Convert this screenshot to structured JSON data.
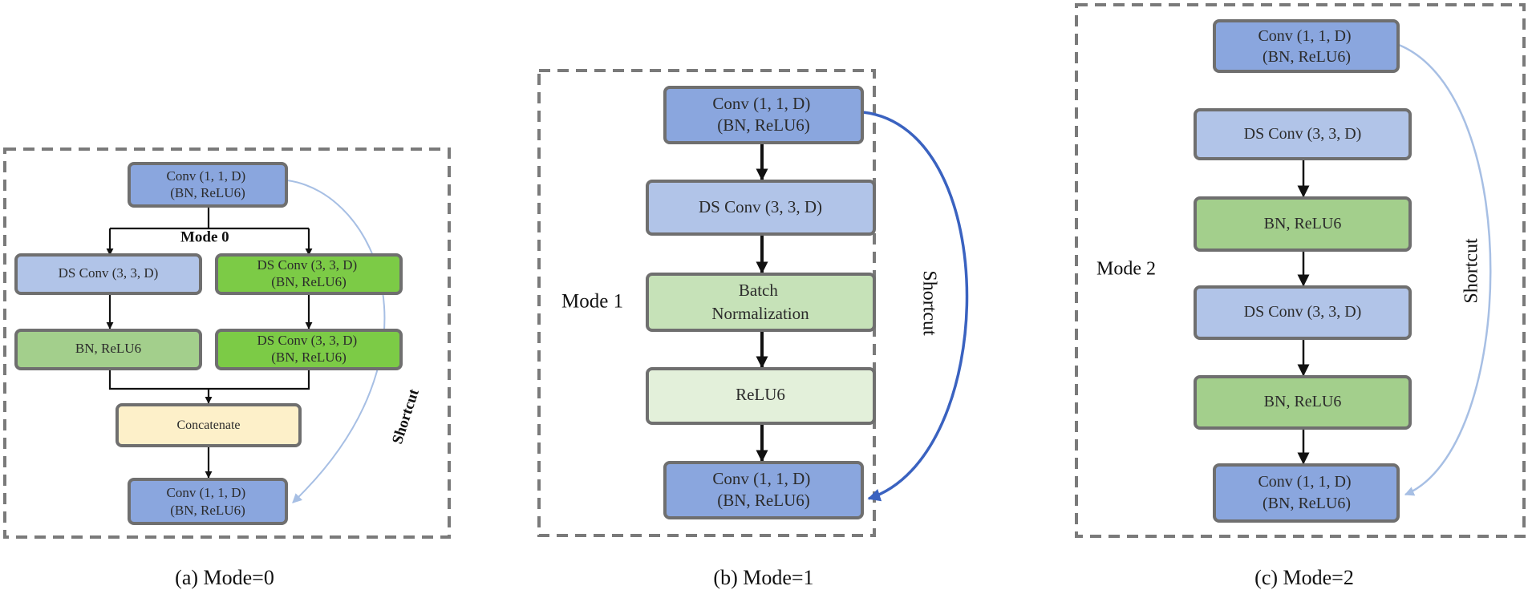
{
  "colors": {
    "conv": "#8aa6de",
    "ds_conv": "#b1c4e8",
    "bn_green": "#a3cf8c",
    "bright_green": "#7ccb46",
    "batch_norm": "#c6e2b8",
    "relu_light": "#e3f0da",
    "concat": "#fdf0c9",
    "box_border": "#6f6f6f",
    "frame_dash": "#7a7a7a",
    "shortcut_a": "#a7bfe4",
    "shortcut_b": "#3a62c0",
    "shortcut_c": "#a7bfe4"
  },
  "panels": [
    {
      "id": "a",
      "caption": "(a) Mode=0",
      "mode_label": "Mode 0",
      "shortcut_label": "Shortcut",
      "blocks": {
        "conv_top": [
          "Conv (1, 1, D)",
          "(BN, ReLU6)"
        ],
        "ds_conv_left": [
          "DS Conv (3, 3, D)"
        ],
        "ds_conv_bn_right_1": [
          "DS Conv (3, 3, D)",
          "(BN, ReLU6)"
        ],
        "bn_relu_left": [
          "BN, ReLU6"
        ],
        "ds_conv_bn_right_2": [
          "DS Conv (3, 3, D)",
          "(BN, ReLU6)"
        ],
        "concatenate": [
          "Concatenate"
        ],
        "conv_bottom": [
          "Conv (1, 1, D)",
          "(BN, ReLU6)"
        ]
      }
    },
    {
      "id": "b",
      "caption": "(b) Mode=1",
      "mode_label": "Mode 1",
      "shortcut_label": "Shortcut",
      "blocks": {
        "conv_top": [
          "Conv (1, 1, D)",
          "(BN, ReLU6)"
        ],
        "ds_conv": [
          "DS Conv (3, 3, D)"
        ],
        "batch_norm": [
          "Batch",
          "Normalization"
        ],
        "relu6": [
          "ReLU6"
        ],
        "conv_bottom": [
          "Conv (1, 1, D)",
          "(BN, ReLU6)"
        ]
      }
    },
    {
      "id": "c",
      "caption": "(c) Mode=2",
      "mode_label": "Mode 2",
      "shortcut_label": "Shortcut",
      "blocks": {
        "conv_top": [
          "Conv (1, 1, D)",
          "(BN, ReLU6)"
        ],
        "ds_conv_1": [
          "DS Conv (3, 3, D)"
        ],
        "bn_relu_1": [
          "BN, ReLU6"
        ],
        "ds_conv_2": [
          "DS Conv (3, 3, D)"
        ],
        "bn_relu_2": [
          "BN, ReLU6"
        ],
        "conv_bottom": [
          "Conv (1, 1, D)",
          "(BN, ReLU6)"
        ]
      }
    }
  ]
}
